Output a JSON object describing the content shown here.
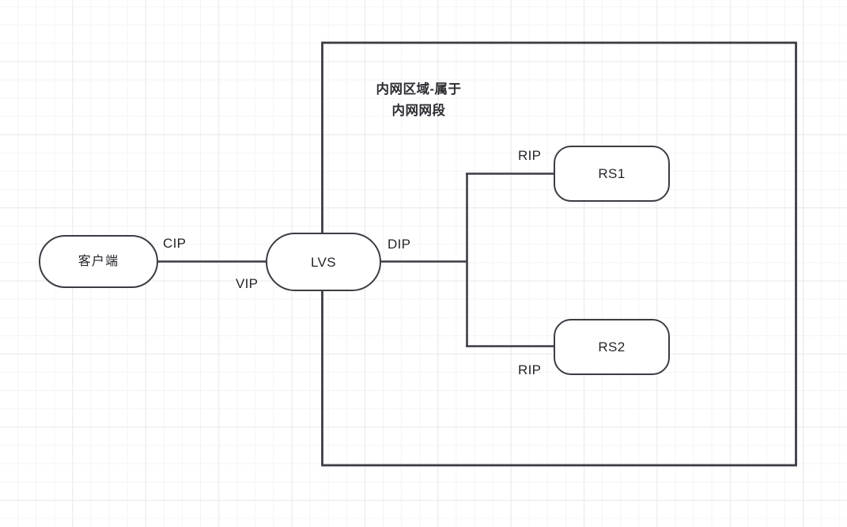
{
  "diagram": {
    "title": "LVS DR/NAT network topology",
    "background": "#ffffff",
    "grid_color": "#ededed",
    "stroke_color": "#3c3c44",
    "text_color": "#25252b"
  },
  "zone": {
    "name": "internal-network-zone",
    "title_line1": "内网区域-属于",
    "title_line2": "内网网段",
    "border_color": "#3c3c44"
  },
  "nodes": [
    {
      "id": "client",
      "label": "客户端",
      "shape": "rounded-rectangle",
      "cjk": true
    },
    {
      "id": "lvs",
      "label": "LVS",
      "shape": "rounded-rectangle",
      "cjk": false
    },
    {
      "id": "rs1",
      "label": "RS1",
      "shape": "rounded-rectangle",
      "cjk": false
    },
    {
      "id": "rs2",
      "label": "RS2",
      "shape": "rounded-rectangle",
      "cjk": false
    }
  ],
  "edge_labels": [
    {
      "id": "cip",
      "text": "CIP"
    },
    {
      "id": "vip",
      "text": "VIP"
    },
    {
      "id": "dip",
      "text": "DIP"
    },
    {
      "id": "rip1",
      "text": "RIP"
    },
    {
      "id": "rip2",
      "text": "RIP"
    }
  ]
}
